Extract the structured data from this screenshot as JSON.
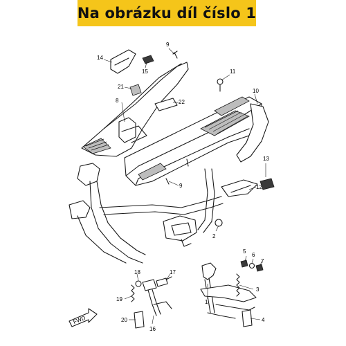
{
  "banner": {
    "text": "Na obrázku díl číslo 1",
    "background": "#f5c51a"
  },
  "callouts": [
    "1",
    "2",
    "3",
    "4",
    "5",
    "6",
    "7",
    "8",
    "9",
    "9",
    "10",
    "11",
    "12",
    "13",
    "14",
    "15",
    "17",
    "18",
    "19",
    "20",
    "21",
    "22",
    "16"
  ],
  "fwd_label": "FWD"
}
